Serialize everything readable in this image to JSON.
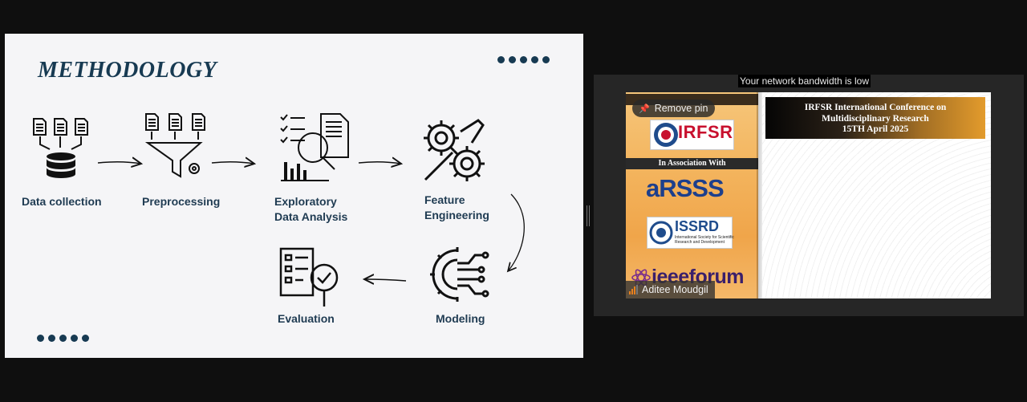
{
  "slide": {
    "title": "METHODOLOGY",
    "steps": [
      {
        "id": "data-collection",
        "line1": "Data collection",
        "line2": ""
      },
      {
        "id": "preprocessing",
        "line1": "Preprocessing",
        "line2": ""
      },
      {
        "id": "eda",
        "line1": "Exploratory",
        "line2": "Data Analysis"
      },
      {
        "id": "feature-engineering",
        "line1": "Feature",
        "line2": "Engineering"
      },
      {
        "id": "modeling",
        "line1": "Modeling",
        "line2": ""
      },
      {
        "id": "evaluation",
        "line1": "Evaluation",
        "line2": ""
      }
    ],
    "text_color": "#1f3b52",
    "title_color": "#173a52"
  },
  "meeting": {
    "bandwidth_warning": "Your network bandwidth is low",
    "pin_button": "Remove pin",
    "pin_icon": "pin-icon",
    "participant_name": "Aditee Moudgil",
    "signal_icon": "signal-bars-icon",
    "presentation": {
      "conference_title_line1": "IRFSR International Conference on",
      "conference_title_line2": "Multidisciplinary Research",
      "conference_date": "15TH April 2025",
      "association_heading": "In Association With",
      "logos": {
        "irfsr": "IRFSR",
        "arsss": "aRSSS",
        "issrd": "ISSRD",
        "issrd_sub_line1": "International Society for Scientific",
        "issrd_sub_line2": "Research and Development",
        "ieeeforum": "ieeeforum"
      }
    }
  }
}
